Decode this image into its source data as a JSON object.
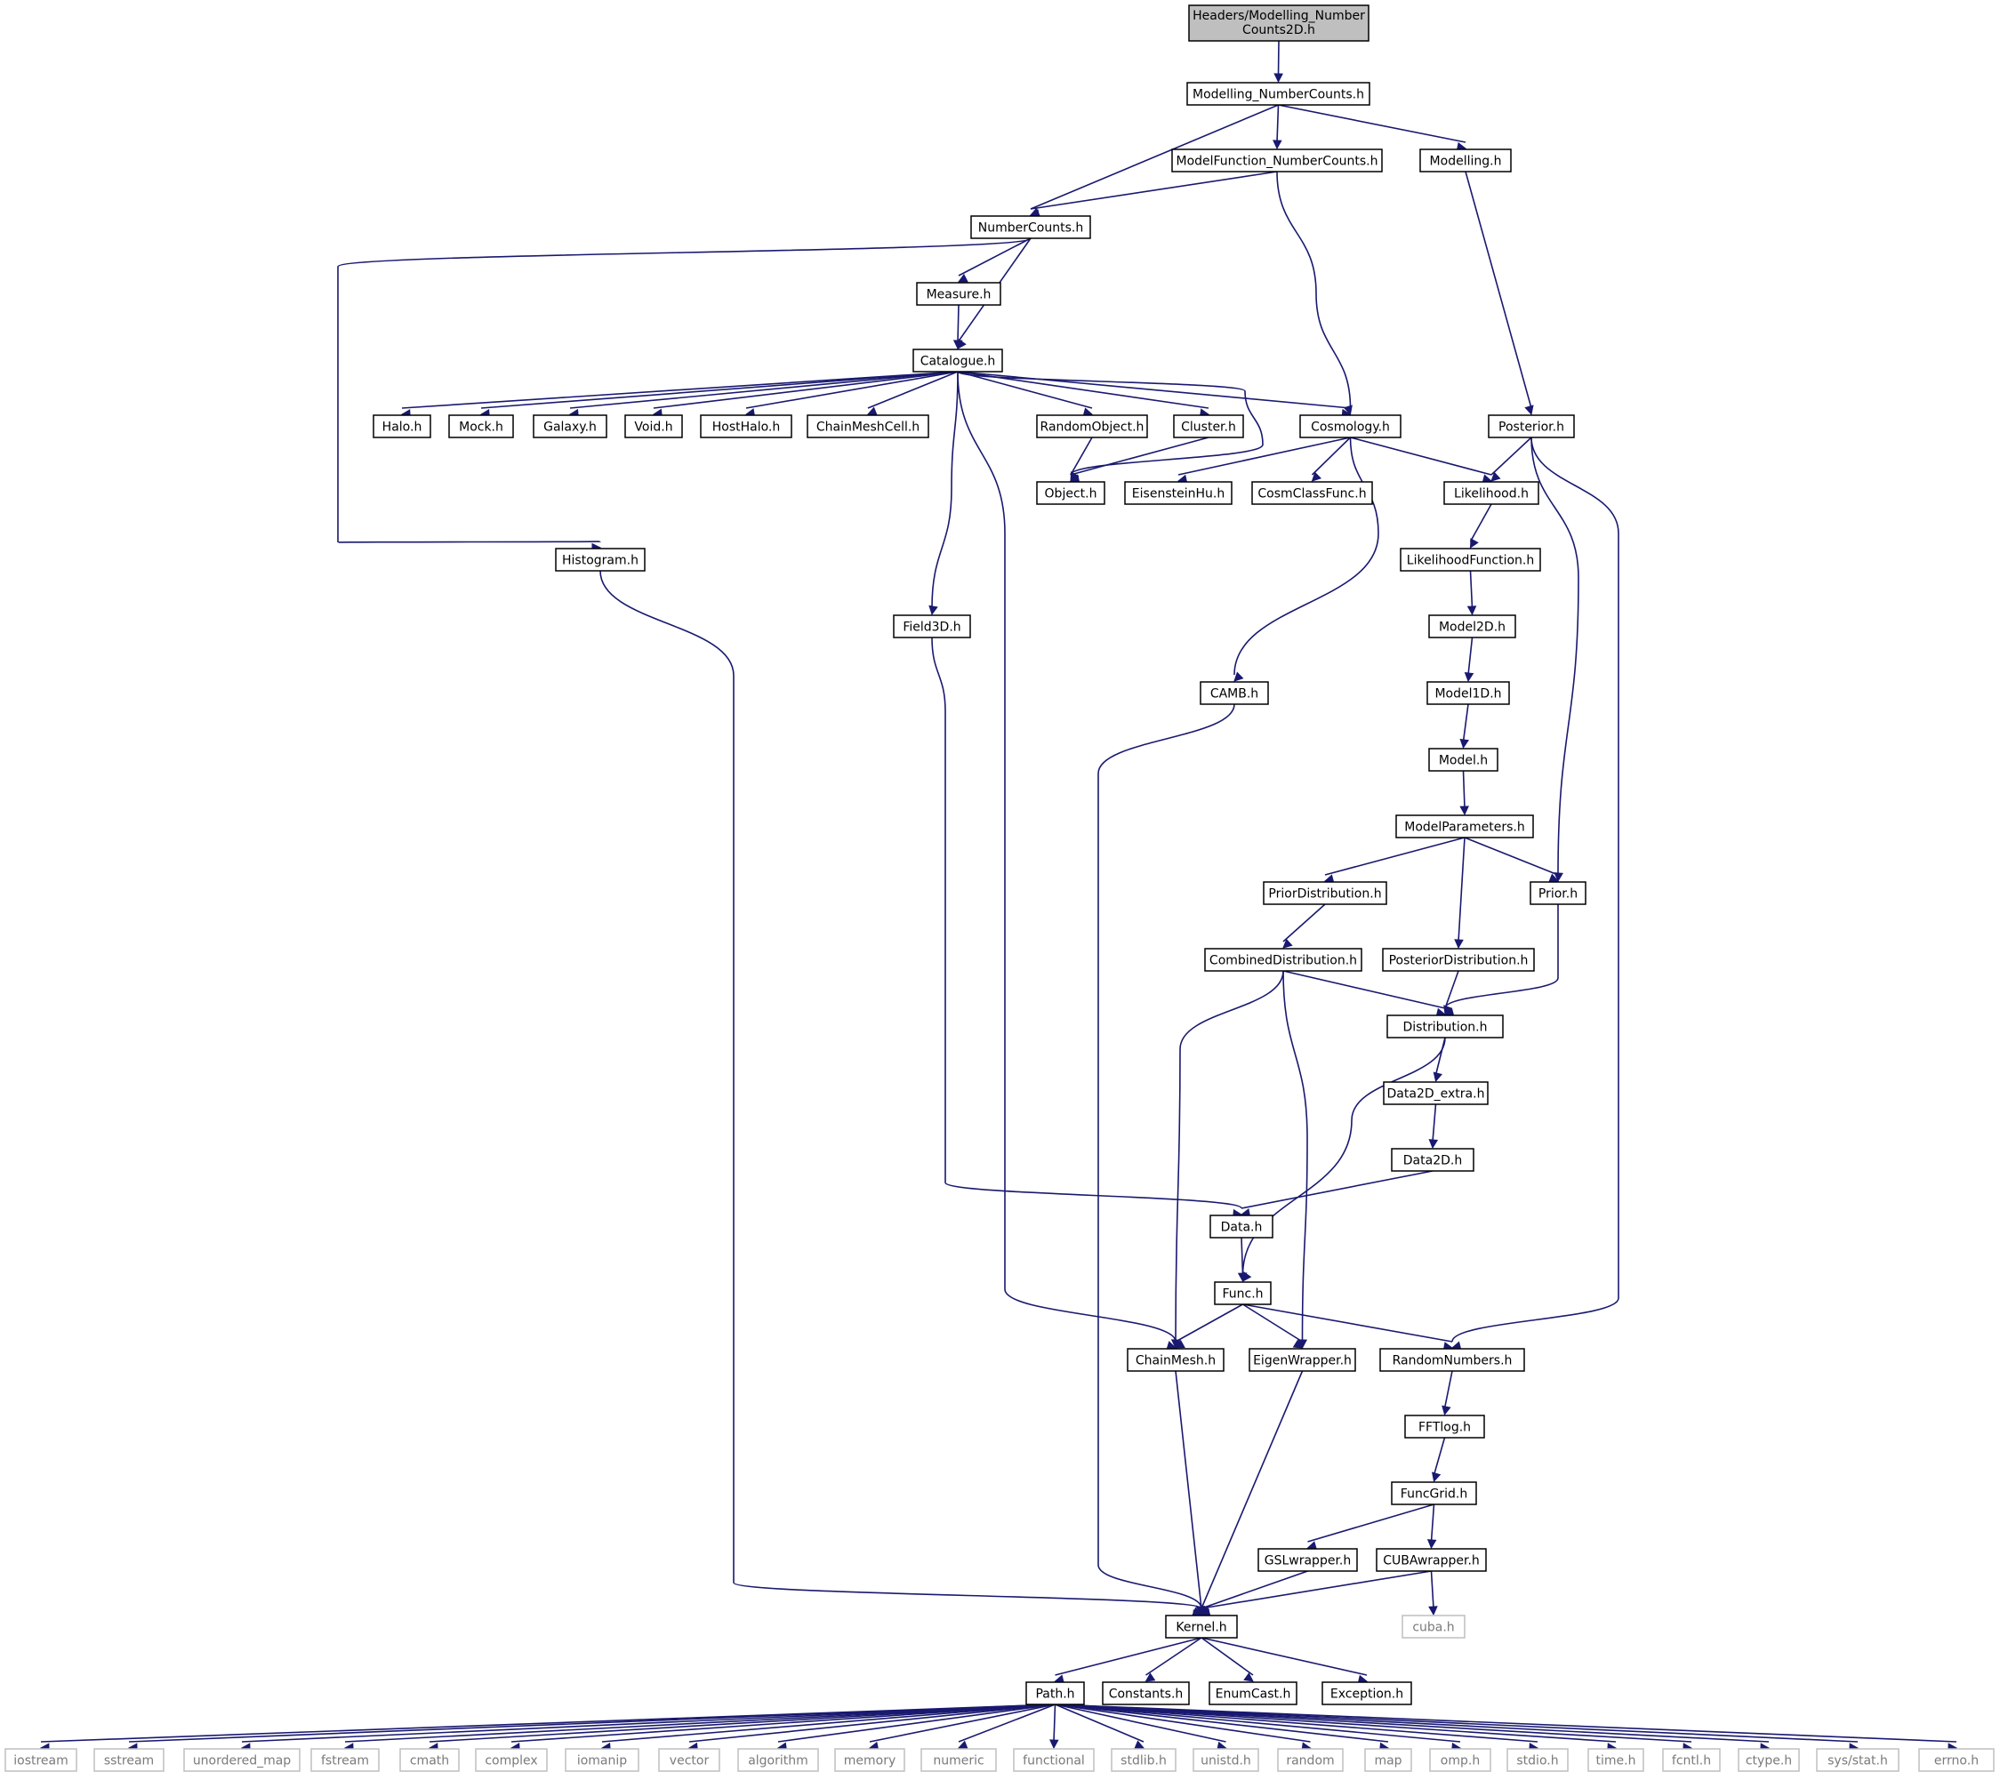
{
  "diagram": {
    "type": "include-dependency-graph",
    "colors": {
      "edge": "#191970",
      "root_fill": "#bfbfbf",
      "node_border": "#000000",
      "system_border": "#bfbfbf",
      "system_text": "#7a7a7a"
    },
    "nodes": [
      {
        "id": "root",
        "lines": [
          "Headers/Modelling_Number",
          "Counts2D.h"
        ],
        "kind": "root"
      },
      {
        "id": "modelling_numbercounts",
        "label": "Modelling_NumberCounts.h"
      },
      {
        "id": "modelfunction_numbercounts",
        "label": "ModelFunction_NumberCounts.h"
      },
      {
        "id": "modelling",
        "label": "Modelling.h"
      },
      {
        "id": "numbercounts",
        "label": "NumberCounts.h"
      },
      {
        "id": "measure",
        "label": "Measure.h"
      },
      {
        "id": "catalogue",
        "label": "Catalogue.h"
      },
      {
        "id": "halo",
        "label": "Halo.h"
      },
      {
        "id": "mock",
        "label": "Mock.h"
      },
      {
        "id": "galaxy",
        "label": "Galaxy.h"
      },
      {
        "id": "void",
        "label": "Void.h"
      },
      {
        "id": "hosthalo",
        "label": "HostHalo.h"
      },
      {
        "id": "chainmeshcell",
        "label": "ChainMeshCell.h"
      },
      {
        "id": "randomobject",
        "label": "RandomObject.h"
      },
      {
        "id": "cluster",
        "label": "Cluster.h"
      },
      {
        "id": "cosmology",
        "label": "Cosmology.h"
      },
      {
        "id": "posterior",
        "label": "Posterior.h"
      },
      {
        "id": "object",
        "label": "Object.h"
      },
      {
        "id": "eisensteinhu",
        "label": "EisensteinHu.h"
      },
      {
        "id": "cosmclassfunc",
        "label": "CosmClassFunc.h"
      },
      {
        "id": "likelihood",
        "label": "Likelihood.h"
      },
      {
        "id": "histogram",
        "label": "Histogram.h"
      },
      {
        "id": "likelihoodfunction",
        "label": "LikelihoodFunction.h"
      },
      {
        "id": "field3d",
        "label": "Field3D.h"
      },
      {
        "id": "model2d",
        "label": "Model2D.h"
      },
      {
        "id": "camb",
        "label": "CAMB.h"
      },
      {
        "id": "model1d",
        "label": "Model1D.h"
      },
      {
        "id": "model",
        "label": "Model.h"
      },
      {
        "id": "modelparameters",
        "label": "ModelParameters.h"
      },
      {
        "id": "priordistribution",
        "label": "PriorDistribution.h"
      },
      {
        "id": "prior",
        "label": "Prior.h"
      },
      {
        "id": "combineddistribution",
        "label": "CombinedDistribution.h"
      },
      {
        "id": "posteriordistribution",
        "label": "PosteriorDistribution.h"
      },
      {
        "id": "distribution",
        "label": "Distribution.h"
      },
      {
        "id": "data2d_extra",
        "label": "Data2D_extra.h"
      },
      {
        "id": "data2d",
        "label": "Data2D.h"
      },
      {
        "id": "data",
        "label": "Data.h"
      },
      {
        "id": "func",
        "label": "Func.h"
      },
      {
        "id": "chainmesh",
        "label": "ChainMesh.h"
      },
      {
        "id": "eigenwrapper",
        "label": "EigenWrapper.h"
      },
      {
        "id": "randomnumbers",
        "label": "RandomNumbers.h"
      },
      {
        "id": "fftlog",
        "label": "FFTlog.h"
      },
      {
        "id": "funcgrid",
        "label": "FuncGrid.h"
      },
      {
        "id": "gslwrapper",
        "label": "GSLwrapper.h"
      },
      {
        "id": "cubawrapper",
        "label": "CUBAwrapper.h"
      },
      {
        "id": "kernel",
        "label": "Kernel.h"
      },
      {
        "id": "cuba",
        "label": "cuba.h",
        "kind": "system"
      },
      {
        "id": "path",
        "label": "Path.h"
      },
      {
        "id": "constants",
        "label": "Constants.h"
      },
      {
        "id": "enumcast",
        "label": "EnumCast.h"
      },
      {
        "id": "exception",
        "label": "Exception.h"
      },
      {
        "id": "iostream",
        "label": "iostream",
        "kind": "system"
      },
      {
        "id": "sstream",
        "label": "sstream",
        "kind": "system"
      },
      {
        "id": "unordered_map",
        "label": "unordered_map",
        "kind": "system"
      },
      {
        "id": "fstream",
        "label": "fstream",
        "kind": "system"
      },
      {
        "id": "cmath",
        "label": "cmath",
        "kind": "system"
      },
      {
        "id": "complex",
        "label": "complex",
        "kind": "system"
      },
      {
        "id": "iomanip",
        "label": "iomanip",
        "kind": "system"
      },
      {
        "id": "vector",
        "label": "vector",
        "kind": "system"
      },
      {
        "id": "algorithm",
        "label": "algorithm",
        "kind": "system"
      },
      {
        "id": "memory",
        "label": "memory",
        "kind": "system"
      },
      {
        "id": "numeric",
        "label": "numeric",
        "kind": "system"
      },
      {
        "id": "functional",
        "label": "functional",
        "kind": "system"
      },
      {
        "id": "stdlib",
        "label": "stdlib.h",
        "kind": "system"
      },
      {
        "id": "unistd",
        "label": "unistd.h",
        "kind": "system"
      },
      {
        "id": "random",
        "label": "random",
        "kind": "system"
      },
      {
        "id": "map",
        "label": "map",
        "kind": "system"
      },
      {
        "id": "omp",
        "label": "omp.h",
        "kind": "system"
      },
      {
        "id": "stdio",
        "label": "stdio.h",
        "kind": "system"
      },
      {
        "id": "time",
        "label": "time.h",
        "kind": "system"
      },
      {
        "id": "fcntl",
        "label": "fcntl.h",
        "kind": "system"
      },
      {
        "id": "ctype",
        "label": "ctype.h",
        "kind": "system"
      },
      {
        "id": "sysstat",
        "label": "sys/stat.h",
        "kind": "system"
      },
      {
        "id": "errno",
        "label": "errno.h",
        "kind": "system"
      }
    ],
    "edges": [
      [
        "root",
        "modelling_numbercounts"
      ],
      [
        "modelling_numbercounts",
        "numbercounts"
      ],
      [
        "modelling_numbercounts",
        "modelfunction_numbercounts"
      ],
      [
        "modelling_numbercounts",
        "modelling"
      ],
      [
        "modelfunction_numbercounts",
        "numbercounts"
      ],
      [
        "modelfunction_numbercounts",
        "cosmology"
      ],
      [
        "modelling",
        "posterior"
      ],
      [
        "numbercounts",
        "histogram"
      ],
      [
        "numbercounts",
        "measure"
      ],
      [
        "numbercounts",
        "catalogue"
      ],
      [
        "measure",
        "catalogue"
      ],
      [
        "catalogue",
        "halo"
      ],
      [
        "catalogue",
        "mock"
      ],
      [
        "catalogue",
        "galaxy"
      ],
      [
        "catalogue",
        "void"
      ],
      [
        "catalogue",
        "hosthalo"
      ],
      [
        "catalogue",
        "chainmeshcell"
      ],
      [
        "catalogue",
        "randomobject"
      ],
      [
        "catalogue",
        "cluster"
      ],
      [
        "catalogue",
        "cosmology"
      ],
      [
        "catalogue",
        "object"
      ],
      [
        "catalogue",
        "field3d"
      ],
      [
        "catalogue",
        "chainmesh"
      ],
      [
        "randomobject",
        "object"
      ],
      [
        "cluster",
        "object"
      ],
      [
        "cosmology",
        "eisensteinhu"
      ],
      [
        "cosmology",
        "cosmclassfunc"
      ],
      [
        "cosmology",
        "likelihood"
      ],
      [
        "cosmology",
        "camb"
      ],
      [
        "posterior",
        "likelihood"
      ],
      [
        "posterior",
        "prior"
      ],
      [
        "posterior",
        "randomnumbers"
      ],
      [
        "likelihood",
        "likelihoodfunction"
      ],
      [
        "likelihoodfunction",
        "model2d"
      ],
      [
        "model2d",
        "model1d"
      ],
      [
        "model1d",
        "model"
      ],
      [
        "model",
        "modelparameters"
      ],
      [
        "modelparameters",
        "priordistribution"
      ],
      [
        "modelparameters",
        "posteriordistribution"
      ],
      [
        "modelparameters",
        "prior"
      ],
      [
        "priordistribution",
        "combineddistribution"
      ],
      [
        "prior",
        "distribution"
      ],
      [
        "posteriordistribution",
        "distribution"
      ],
      [
        "combineddistribution",
        "distribution"
      ],
      [
        "combineddistribution",
        "chainmesh"
      ],
      [
        "combineddistribution",
        "eigenwrapper"
      ],
      [
        "distribution",
        "data2d_extra"
      ],
      [
        "distribution",
        "func"
      ],
      [
        "data2d_extra",
        "data2d"
      ],
      [
        "data2d",
        "data"
      ],
      [
        "field3d",
        "data"
      ],
      [
        "data",
        "func"
      ],
      [
        "func",
        "chainmesh"
      ],
      [
        "func",
        "eigenwrapper"
      ],
      [
        "func",
        "randomnumbers"
      ],
      [
        "histogram",
        "kernel"
      ],
      [
        "camb",
        "kernel"
      ],
      [
        "chainmesh",
        "kernel"
      ],
      [
        "eigenwrapper",
        "kernel"
      ],
      [
        "randomnumbers",
        "fftlog"
      ],
      [
        "fftlog",
        "funcgrid"
      ],
      [
        "funcgrid",
        "gslwrapper"
      ],
      [
        "funcgrid",
        "cubawrapper"
      ],
      [
        "gslwrapper",
        "kernel"
      ],
      [
        "cubawrapper",
        "kernel"
      ],
      [
        "cubawrapper",
        "cuba"
      ],
      [
        "kernel",
        "path"
      ],
      [
        "kernel",
        "constants"
      ],
      [
        "kernel",
        "enumcast"
      ],
      [
        "kernel",
        "exception"
      ],
      [
        "path",
        "iostream"
      ],
      [
        "path",
        "sstream"
      ],
      [
        "path",
        "unordered_map"
      ],
      [
        "path",
        "fstream"
      ],
      [
        "path",
        "cmath"
      ],
      [
        "path",
        "complex"
      ],
      [
        "path",
        "iomanip"
      ],
      [
        "path",
        "vector"
      ],
      [
        "path",
        "algorithm"
      ],
      [
        "path",
        "memory"
      ],
      [
        "path",
        "numeric"
      ],
      [
        "path",
        "functional"
      ],
      [
        "path",
        "stdlib"
      ],
      [
        "path",
        "unistd"
      ],
      [
        "path",
        "random"
      ],
      [
        "path",
        "map"
      ],
      [
        "path",
        "omp"
      ],
      [
        "path",
        "stdio"
      ],
      [
        "path",
        "time"
      ],
      [
        "path",
        "fcntl"
      ],
      [
        "path",
        "ctype"
      ],
      [
        "path",
        "sysstat"
      ],
      [
        "path",
        "errno"
      ]
    ]
  }
}
